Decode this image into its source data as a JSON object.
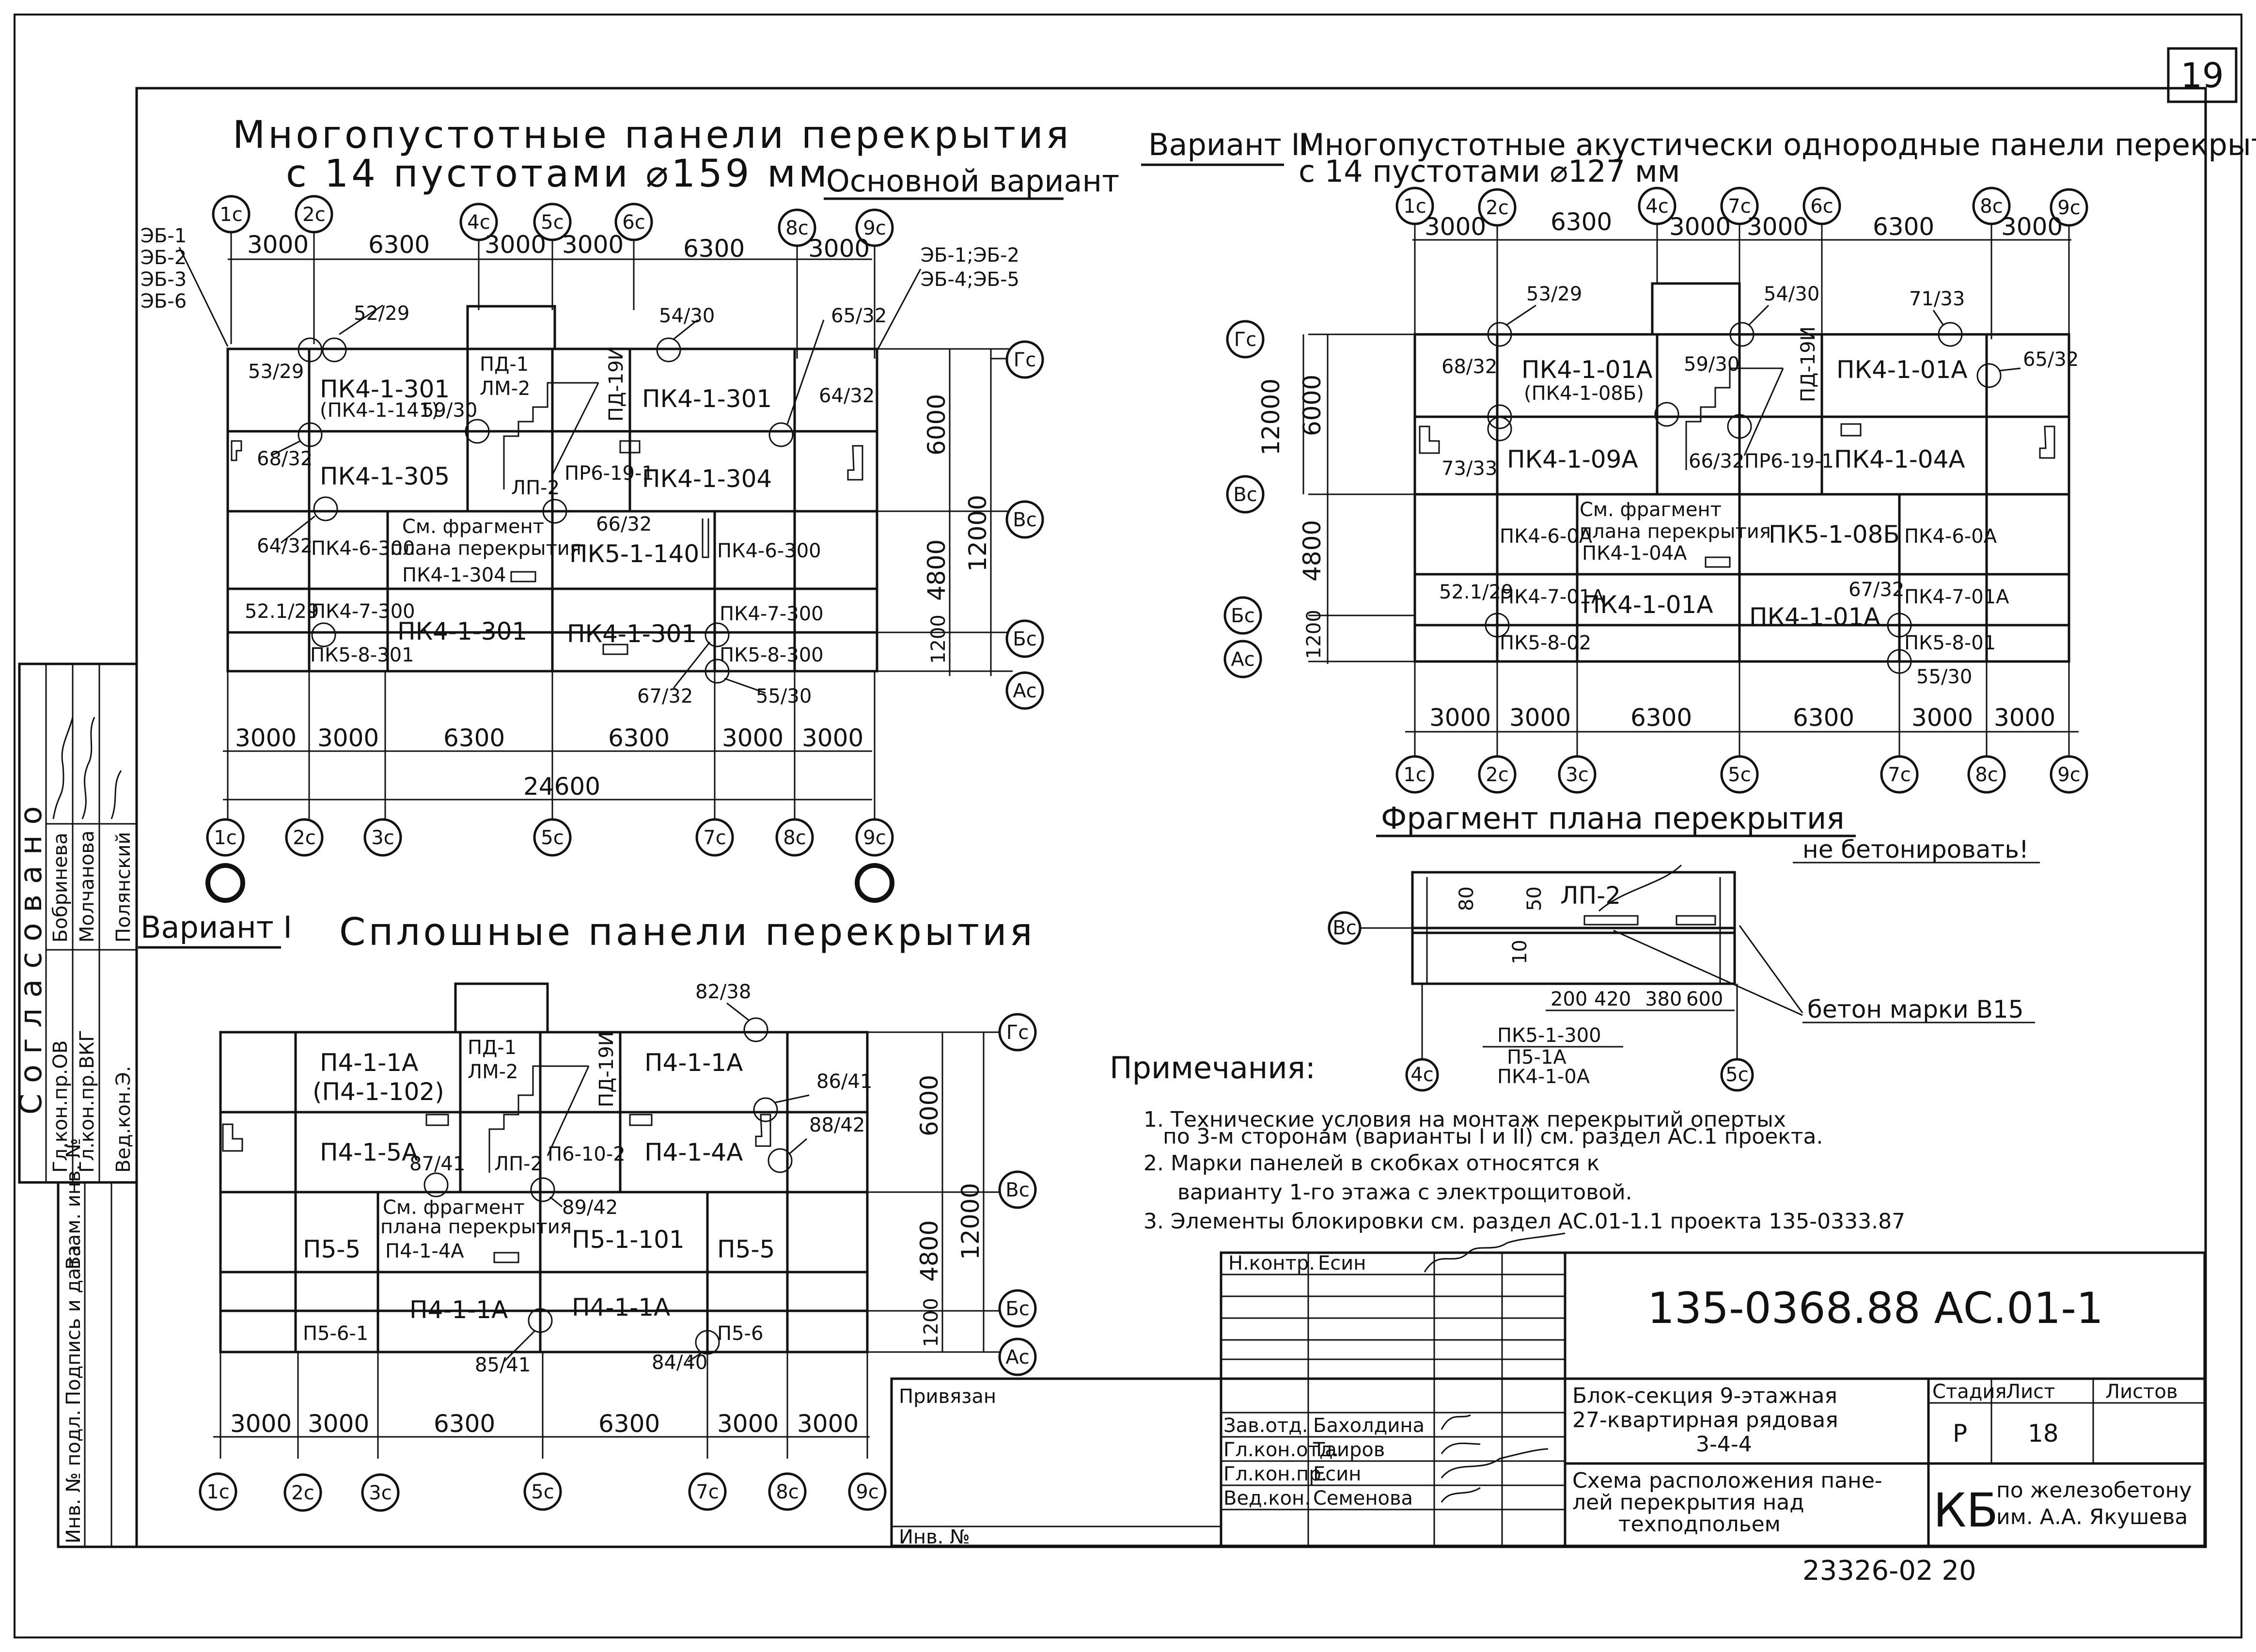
{
  "sheet": {
    "page_number": "19",
    "archive_number": "23326-02 20"
  },
  "plan_main": {
    "title1": "Многопустотные панели перекрытия",
    "title2": "с 14 пустотами ⌀159 мм",
    "subtitle": "Основной вариант",
    "axes": [
      "1с",
      "2с",
      "4с",
      "5с",
      "6с",
      "8с",
      "9с",
      "Гс",
      "Вс",
      "Бс",
      "Ас",
      "1с",
      "2с",
      "3с",
      "5с",
      "7с",
      "8с",
      "9с"
    ],
    "dims_top": [
      "3000",
      "6300",
      "3000",
      "3000",
      "6300",
      "3000"
    ],
    "dims_bottom": [
      "3000",
      "3000",
      "6300",
      "6300",
      "3000",
      "3000"
    ],
    "dim_total": "24600",
    "dims_side": [
      "6000",
      "4800",
      "1200",
      "12000"
    ],
    "side_marks": [
      "ЭБ-1",
      "ЭБ-2",
      "ЭБ-3",
      "ЭБ-6",
      "ЭБ-1;ЭБ-2",
      "ЭБ-4;ЭБ-5"
    ],
    "callouts": [
      "53/29",
      "52/29",
      "54/30",
      "65/32",
      "68/32",
      "64/32",
      "64/32",
      "66/32",
      "52.1/29",
      "67/32",
      "55/30",
      "59/30"
    ],
    "panels": [
      "ПК4-1-301",
      "(ПК4-1-141)",
      "ПД-1",
      "ЛМ-2",
      "ПД-19И",
      "ПК4-1-301",
      "ПК4-1-305",
      "ЛП-2",
      "ПР6-19-1",
      "ПК4-1-304",
      "ПК4-6-300",
      "См. фрагмент",
      "плана перекрытия",
      "ПК4-1-304",
      "ПК5-1-140",
      "ПК4-6-300",
      "ПК4-7-300",
      "ПК4-1-301",
      "ПК4-1-301",
      "ПК4-7-300",
      "ПК5-8-301",
      "ПК5-8-300"
    ]
  },
  "plan_v2": {
    "variant": "Вариант II",
    "title1": "Многопустотные акустически однородные панели перекрытия",
    "title2": "с 14 пустотами ⌀127 мм",
    "axes": [
      "1с",
      "2с",
      "4с",
      "7с",
      "6с",
      "8с",
      "9с",
      "Гс",
      "Вс",
      "Бс",
      "Ас",
      "1с",
      "2с",
      "3с",
      "5с",
      "7с",
      "8с",
      "9с"
    ],
    "dims_top": [
      "3000",
      "6300",
      "3000",
      "3000",
      "6300",
      "3000"
    ],
    "dims_bottom": [
      "3000",
      "3000",
      "6300",
      "6300",
      "3000",
      "3000"
    ],
    "dims_side": [
      "12000",
      "6000",
      "4800",
      "1200"
    ],
    "callouts": [
      "53/29",
      "54/30",
      "71/33",
      "68/32",
      "59/30",
      "65/32",
      "73/33",
      "66/32",
      "52.1/29",
      "67/32",
      "55/30"
    ],
    "panels": [
      "ПК4-1-01А",
      "(ПК4-1-08Б)",
      "ПД-19И",
      "ПК4-1-01А",
      "ПК4-1-09А",
      "ПР6-19-1",
      "ПК4-1-04А",
      "См. фрагмент",
      "плана перекрытия",
      "ПК4-1-04А",
      "ПК4-6-0А",
      "ПК5-1-08Б",
      "ПК4-6-0А",
      "ПК4-7-01А",
      "ПК4-1-01А",
      "ПК4-1-01А",
      "ПК4-7-01А",
      "ПК5-8-02",
      "ПК5-8-01"
    ]
  },
  "plan_v1": {
    "variant": "Вариант I",
    "title": "Сплошные панели перекрытия",
    "axes": [
      "Гс",
      "Вс",
      "Бс",
      "Ас",
      "1с",
      "2с",
      "3с",
      "5с",
      "7с",
      "8с",
      "9с"
    ],
    "dims_bottom": [
      "3000",
      "3000",
      "6300",
      "6300",
      "3000",
      "3000"
    ],
    "dims_side": [
      "6000",
      "4800",
      "1200",
      "12000"
    ],
    "callouts": [
      "82/38",
      "86/41",
      "88/42",
      "87/41",
      "89/42",
      "85/41",
      "84/40"
    ],
    "panels": [
      "П4-1-1А",
      "(П4-1-102)",
      "ПД-1",
      "ЛМ-2",
      "ПД-19И",
      "П4-1-1А",
      "П4-1-5А",
      "ЛП-2",
      "П6-10-2",
      "П4-1-4А",
      "См. фрагмент",
      "плана перекрытия",
      "П4-1-4А",
      "П5-5",
      "П5-1-101",
      "П5-5",
      "П4-1-1А",
      "П4-1-1А",
      "П5-6-1",
      "П5-6"
    ]
  },
  "fragment": {
    "title": "Фрагмент плана перекрытия",
    "no_concrete": "не бетонировать!",
    "concrete": "бетон марки В15",
    "axes": [
      "Вс",
      "4с",
      "5с"
    ],
    "dims": [
      "80",
      "50",
      "10",
      "200",
      "420",
      "380",
      "600"
    ],
    "labels": [
      "ЛП-2",
      "ПК5-1-300",
      "П5-1А",
      "ПК4-1-0А"
    ]
  },
  "notes": {
    "heading": "Примечания:",
    "n1a": "1. Технические условия на монтаж перекрытий опертых",
    "n1b": "по 3-м сторонам (варианты I и II) см. раздел АС.1 проекта.",
    "n2a": "2. Марки панелей в скобках относятся к",
    "n2b": "варианту 1-го этажа с электрощитовой.",
    "n3": "3. Элементы блокировки см. раздел АС.01-1.1 проекта 135-0333.87"
  },
  "agreed": {
    "title": "Согласовано",
    "rows": [
      {
        "role": "Гл.кон.пр.ОВ",
        "name": "Бобриневa"
      },
      {
        "role": "Гл.кон.пр.ВКГ",
        "name": "Молчанова"
      },
      {
        "role": "Вед.кон.Э.",
        "name": "Полянский"
      }
    ]
  },
  "left_strip": [
    "Инв. № подл.",
    "Подпись и дата",
    "Взам. инв. №"
  ],
  "title_block": {
    "n_kontr": "Н.контр.",
    "n_kontr_name": "Есин",
    "code": "135-0368.88 АС.01-1",
    "privyazan": "Привязан",
    "inv_no": "Инв. №",
    "roles": [
      {
        "role": "Зав.отд.",
        "name": "Бахолдина"
      },
      {
        "role": "Гл.кон.отд.",
        "name": "Таиров"
      },
      {
        "role": "Гл.кон.пр.",
        "name": "Есин"
      },
      {
        "role": "Вед.кон.",
        "name": "Семенова"
      }
    ],
    "desc1": "Блок-секция 9-этажная",
    "desc2": "27-квартирная рядовая",
    "desc3": "3-4-4",
    "stage_h": "Стадия",
    "sheet_h": "Лист",
    "sheets_h": "Листов",
    "stage": "Р",
    "sheet": "18",
    "drawing1": "Схема расположения пане-",
    "drawing2": "лей перекрытия над",
    "drawing3": "техподпольем",
    "org_logo": "КБ",
    "org1": "по железобетону",
    "org2": "им. А.А. Якушева"
  }
}
